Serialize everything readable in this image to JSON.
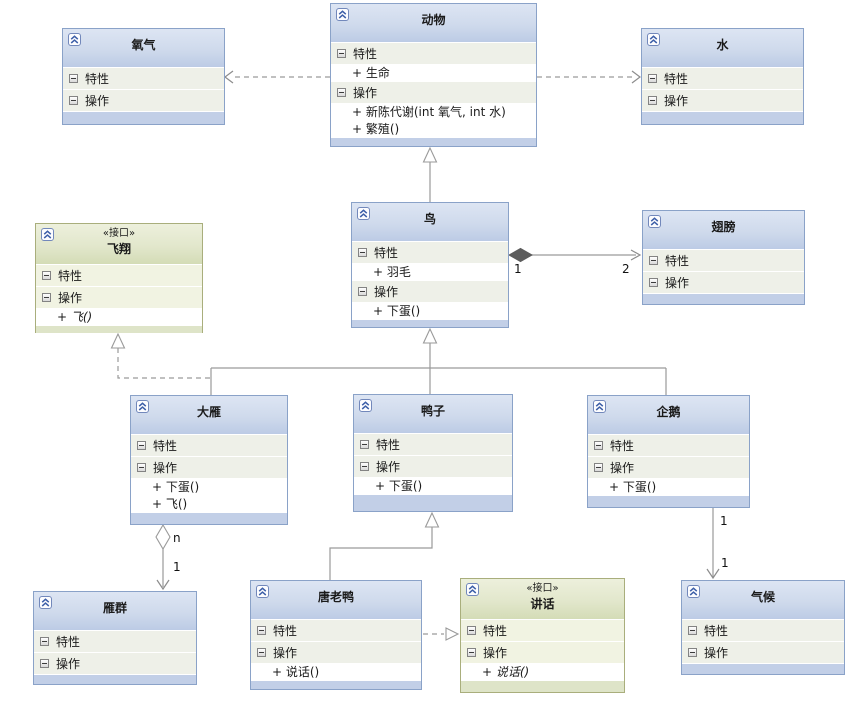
{
  "labels": {
    "attributes": "特性",
    "operations": "操作"
  },
  "classes": {
    "animal": {
      "title": "动物",
      "attributes": [
        "+ 生命"
      ],
      "operations": [
        "+ 新陈代谢(int 氧气, int 水)",
        "+ 繁殖()"
      ]
    },
    "oxygen": {
      "title": "氧气"
    },
    "water": {
      "title": "水"
    },
    "bird": {
      "title": "鸟",
      "attributes": [
        "+ 羽毛"
      ],
      "operations": [
        "+ 下蛋()"
      ]
    },
    "wing": {
      "title": "翅膀"
    },
    "fly": {
      "title": "飞翔",
      "stereotype": "«接口»",
      "operations": [
        "+ 飞()"
      ]
    },
    "wildgoose": {
      "title": "大雁",
      "operations": [
        "+ 下蛋()",
        "+ 飞()"
      ]
    },
    "duck": {
      "title": "鸭子",
      "operations": [
        "+ 下蛋()"
      ]
    },
    "penguin": {
      "title": "企鹅",
      "operations": [
        "+ 下蛋()"
      ]
    },
    "gooseflock": {
      "title": "雁群"
    },
    "donaldduck": {
      "title": "唐老鸭",
      "operations": [
        "+ 说话()"
      ]
    },
    "speak": {
      "title": "讲话",
      "stereotype": "«接口»",
      "operations": [
        "+ 说话()"
      ]
    },
    "climate": {
      "title": "气候"
    }
  },
  "multiplicities": {
    "composition_bird_side": "1",
    "composition_wing_side": "2",
    "aggregation_goose_side": "n",
    "aggregation_flock_side": "1",
    "association_penguin_side": "1",
    "association_climate_side": "1"
  },
  "colors": {
    "class_border": "#8aa2c8",
    "class_header": "#cfdaec",
    "class_footer": "#c2cfe7",
    "section_row": "#eef0e8",
    "interface_border": "#a9ae7c",
    "interface_header": "#e2e7cc",
    "interface_footer": "#dee4c8",
    "connector": "#9a9a9a",
    "composition_diamond": "#5c5c5c"
  }
}
